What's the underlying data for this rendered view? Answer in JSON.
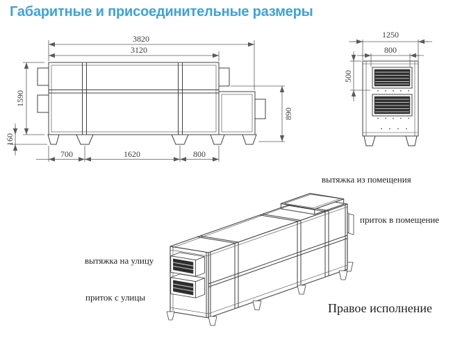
{
  "title": "Габаритные и присоединительные размеры",
  "colors": {
    "accent": "#3ea2d6"
  },
  "side_view": {
    "dim_total_length": "3820",
    "dim_body_length": "3120",
    "dim_height": "1590",
    "dim_leg_height": "160",
    "dim_right_height": "890",
    "dim_bottom_seg1": "700",
    "dim_bottom_seg2": "1620",
    "dim_bottom_seg3": "800"
  },
  "front_view": {
    "dim_width": "1250",
    "dim_opening_width": "800",
    "dim_top_offset": "500"
  },
  "isometric": {
    "label_exhaust_from_room": "вытяжка из помещения",
    "label_supply_to_room": "приток в помещение",
    "label_exhaust_to_street": "вытяжка на улицу",
    "label_supply_from_street": "приток с улицы",
    "label_variant": "Правое исполнение"
  }
}
